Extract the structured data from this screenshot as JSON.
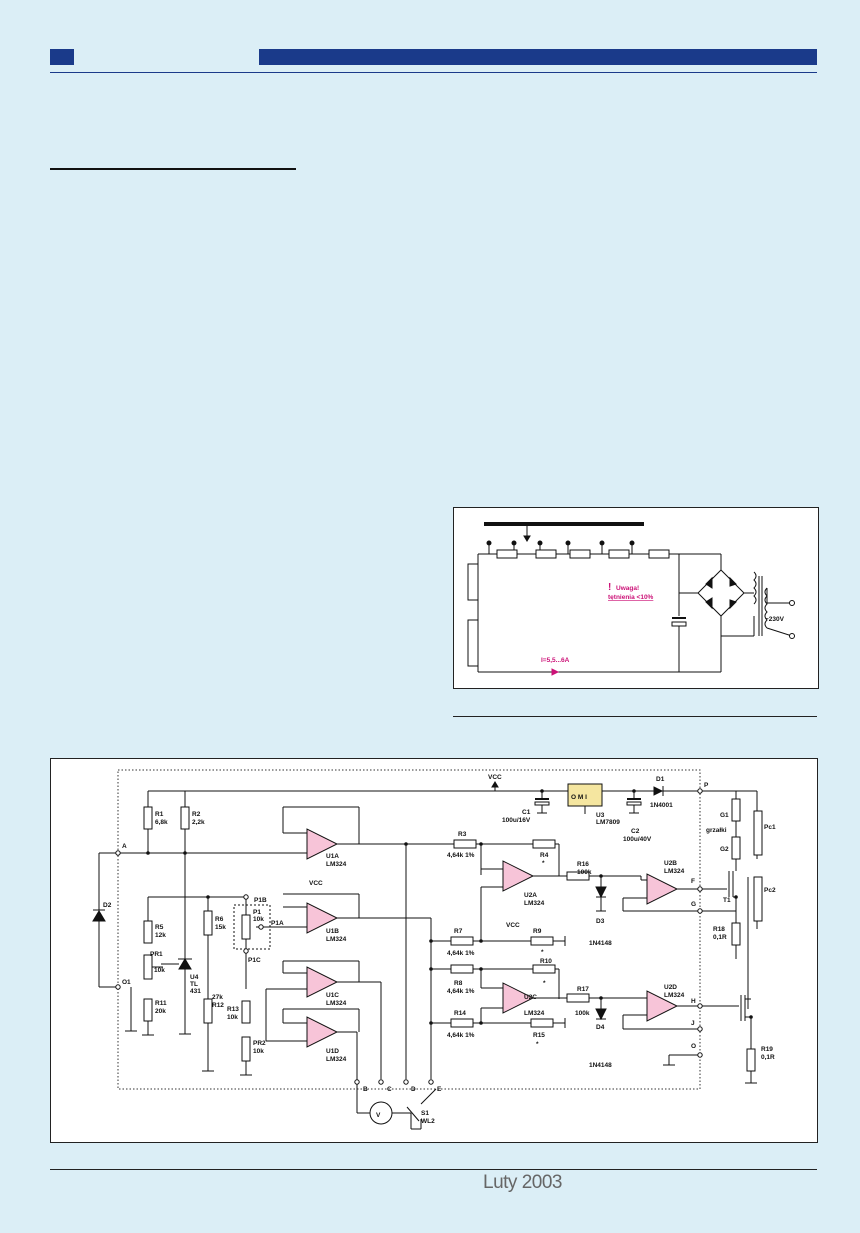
{
  "footer": {
    "date": "Luty 2003"
  },
  "figure1": {
    "warning_mark": "!",
    "warning_line1": "Uwaga!",
    "warning_line2": "tętnienia <10%",
    "current": "I=5,5...6A",
    "mains": "~230V"
  },
  "figure2": {
    "nodes": {
      "A": "A",
      "B": "B",
      "C": "C",
      "D": "D",
      "E": "E",
      "F": "F",
      "G": "G",
      "H": "H",
      "J": "J",
      "O": "O",
      "O1": "O1",
      "P": "P",
      "vcc_top": "VCC"
    },
    "resistors": {
      "R1": [
        "R1",
        "6,8k"
      ],
      "R2": [
        "R2",
        "2,2k"
      ],
      "R3": [
        "R3",
        "4,64k 1%"
      ],
      "R4": [
        "R4",
        "*"
      ],
      "R5": [
        "R5",
        "12k"
      ],
      "R6": [
        "R6",
        "15k"
      ],
      "R7": [
        "R7",
        "4,64k 1%"
      ],
      "R8": [
        "R8",
        "4,64k 1%"
      ],
      "R9": [
        "R9",
        "*"
      ],
      "R10": [
        "R10",
        "*"
      ],
      "R11": [
        "R11",
        "20k"
      ],
      "R12": [
        "27k",
        "R12"
      ],
      "R13": [
        "R13",
        "10k"
      ],
      "R14": [
        "R14",
        "4,64k 1%"
      ],
      "R15": [
        "R15",
        "*"
      ],
      "R16": [
        "R16",
        "100k"
      ],
      "R17": [
        "R17",
        "100k"
      ],
      "R18": [
        "R18",
        "0,1R"
      ],
      "R19": [
        "R19",
        "0,1R"
      ]
    },
    "pots": {
      "PR1": [
        "PR1",
        "10k"
      ],
      "PR2": [
        "PR2",
        "10k"
      ],
      "P1": [
        "P1",
        "10k"
      ],
      "P1A": "P1A",
      "P1B": "P1B",
      "P1C": "P1C"
    },
    "opamps": {
      "U1A": [
        "U1A",
        "LM324"
      ],
      "U1B": [
        "U1B",
        "LM324"
      ],
      "U1C": [
        "U1C",
        "LM324"
      ],
      "U1D": [
        "U1D",
        "LM324"
      ],
      "U2A": [
        "U2A",
        "LM324"
      ],
      "U2B": [
        "U2B",
        "LM324"
      ],
      "U2C": [
        "U2C",
        "LM324"
      ],
      "U2D": [
        "U2D",
        "LM324"
      ]
    },
    "vcc": "VCC",
    "diodes": {
      "D1": [
        "D1",
        "1N4001"
      ],
      "D2": "D2",
      "D3": [
        "D3",
        "1N4148"
      ],
      "D4": [
        "D4",
        "1N4148"
      ]
    },
    "regulator": {
      "name": "U3",
      "type": "LM7809",
      "pin_labels": "O   M   I"
    },
    "caps": {
      "C1": [
        "C1",
        "100u/16V"
      ],
      "C2": [
        "C2",
        "100u/40V"
      ]
    },
    "ref": {
      "name": "U4",
      "l1": "TL",
      "l2": "431"
    },
    "switch": {
      "name": "S1",
      "type": "WL2"
    },
    "meter": "V",
    "heaters": {
      "G1": "G1",
      "G2": "G2",
      "label": "grzałki"
    },
    "transistor": "T1",
    "relays": {
      "Pc1": "Pc1",
      "Pc2": "Pc2"
    }
  }
}
